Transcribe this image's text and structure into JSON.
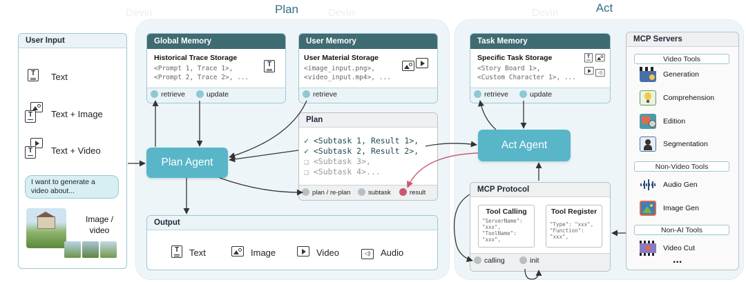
{
  "regions": {
    "plan_title": "Plan",
    "act_title": "Act"
  },
  "watermark": "Devin",
  "user_input": {
    "title": "User Input",
    "items": [
      "Text",
      "Text + Image",
      "Text + Video"
    ],
    "bubble": "I want to generate a video about...",
    "media_label": "Image / video"
  },
  "global_memory": {
    "title": "Global Memory",
    "storage": "Historical Trace Storage",
    "lines": [
      "<Prompt 1, Trace 1>,",
      "<Prompt 2, Trace 2>, ..."
    ],
    "ports": [
      "retrieve",
      "update"
    ]
  },
  "user_memory": {
    "title": "User Memory",
    "storage": "User Material Storage",
    "lines": [
      "<image_input.png>,",
      "<video_input.mp4>, ..."
    ],
    "ports": [
      "retrieve"
    ]
  },
  "plan_agent": {
    "label": "Plan Agent"
  },
  "plan": {
    "title": "Plan",
    "subtasks": [
      {
        "mark": "✓",
        "text": "<Subtask 1, Result 1>,",
        "done": true
      },
      {
        "mark": "✓",
        "text": "<Subtask 2, Result 2>,",
        "done": true
      },
      {
        "mark": "❑",
        "text": "<Subtask 3>,",
        "done": false
      },
      {
        "mark": "❑",
        "text": "<Subtask 4>...",
        "done": false
      }
    ],
    "ports": [
      "plan / re-plan",
      "subtask",
      "result"
    ]
  },
  "output": {
    "title": "Output",
    "items": [
      "Text",
      "Image",
      "Video",
      "Audio"
    ]
  },
  "task_memory": {
    "title": "Task Memory",
    "storage": "Specific Task Storage",
    "lines": [
      "<Story Board 1>,",
      "<Custom Character 1>, ..."
    ],
    "ports": [
      "retrieve",
      "update"
    ]
  },
  "act_agent": {
    "label": "Act Agent"
  },
  "mcp_protocol": {
    "title": "MCP Protocol",
    "tool_calling": {
      "title": "Tool Calling",
      "lines": [
        "\"ServerName\":",
        "\"xxx\",",
        "\"ToolName\":",
        "\"xxx\","
      ]
    },
    "tool_register": {
      "title": "Tool Register",
      "lines": [
        "\"Type\": \"xxx\",",
        "\"Function\":",
        "\"xxx\","
      ]
    },
    "ports": [
      "calling",
      "init"
    ]
  },
  "mcp_servers": {
    "title": "MCP Servers",
    "groups": [
      {
        "name": "Video Tools",
        "tools": [
          "Generation",
          "Comprehension",
          "Edition",
          "Segmentation"
        ]
      },
      {
        "name": "Non-Video Tools",
        "tools": [
          "Audio Gen",
          "Image Gen"
        ]
      },
      {
        "name": "Non-AI Tools",
        "tools": [
          "Video Cut"
        ]
      }
    ],
    "more": "..."
  },
  "colors": {
    "header": "#3f6b72",
    "agent": "#58b6c8",
    "port": "#8fc7d4",
    "result": "#c85a70",
    "region": "#eef5f8"
  }
}
